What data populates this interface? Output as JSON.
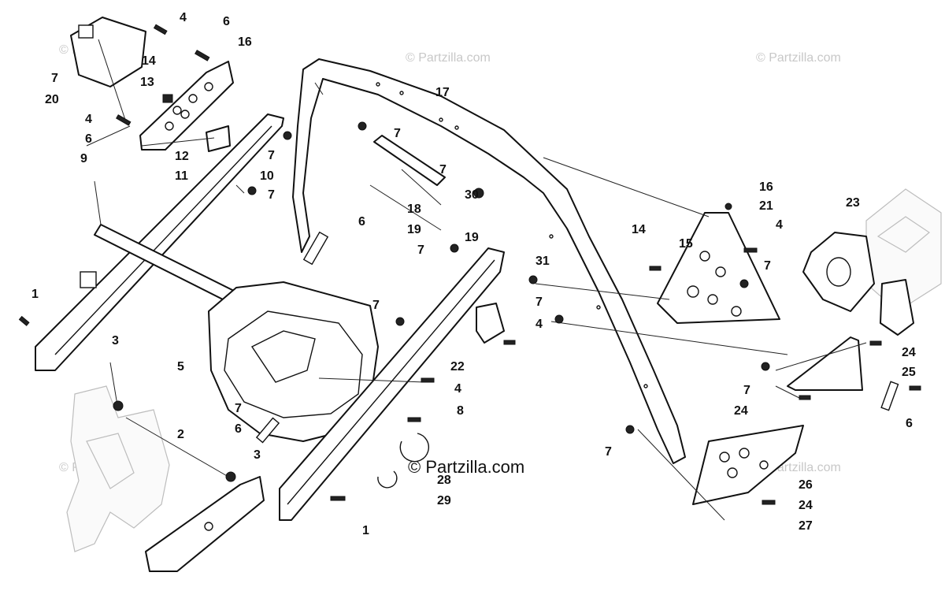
{
  "watermarks": {
    "top_center": "© Partzilla.com",
    "top_right": "© Partzilla.com",
    "top_left": "© Partzilla.com",
    "left_mid": "© Partzilla.com",
    "right_mid": "© Partzilla.com",
    "center": "© Partzilla.com"
  },
  "callouts": [
    {
      "id": "c4a",
      "label": "4"
    },
    {
      "id": "c6a",
      "label": "6"
    },
    {
      "id": "c16a",
      "label": "16"
    },
    {
      "id": "c14a",
      "label": "14"
    },
    {
      "id": "c13",
      "label": "13"
    },
    {
      "id": "c7a",
      "label": "7"
    },
    {
      "id": "c20",
      "label": "20"
    },
    {
      "id": "c4b",
      "label": "4"
    },
    {
      "id": "c6b",
      "label": "6"
    },
    {
      "id": "c12",
      "label": "12"
    },
    {
      "id": "c11",
      "label": "11"
    },
    {
      "id": "c7b",
      "label": "7"
    },
    {
      "id": "c9",
      "label": "9"
    },
    {
      "id": "c10",
      "label": "10"
    },
    {
      "id": "c7c",
      "label": "7"
    },
    {
      "id": "c17",
      "label": "17"
    },
    {
      "id": "c7d",
      "label": "7"
    },
    {
      "id": "c7e",
      "label": "7"
    },
    {
      "id": "c18",
      "label": "18"
    },
    {
      "id": "c19a",
      "label": "19"
    },
    {
      "id": "c30",
      "label": "30"
    },
    {
      "id": "c19b",
      "label": "19"
    },
    {
      "id": "c6c",
      "label": "6"
    },
    {
      "id": "c7f",
      "label": "7"
    },
    {
      "id": "c31",
      "label": "31"
    },
    {
      "id": "c16b",
      "label": "16"
    },
    {
      "id": "c21",
      "label": "21"
    },
    {
      "id": "c4c",
      "label": "4"
    },
    {
      "id": "c14b",
      "label": "14"
    },
    {
      "id": "c15",
      "label": "15"
    },
    {
      "id": "c7g",
      "label": "7"
    },
    {
      "id": "c23",
      "label": "23"
    },
    {
      "id": "c1a",
      "label": "1"
    },
    {
      "id": "c3a",
      "label": "3"
    },
    {
      "id": "c5",
      "label": "5"
    },
    {
      "id": "c7h",
      "label": "7"
    },
    {
      "id": "c4d",
      "label": "4"
    },
    {
      "id": "c7i",
      "label": "7"
    },
    {
      "id": "c22",
      "label": "22"
    },
    {
      "id": "c4e",
      "label": "4"
    },
    {
      "id": "c24a",
      "label": "24"
    },
    {
      "id": "c25",
      "label": "25"
    },
    {
      "id": "c7j",
      "label": "7"
    },
    {
      "id": "c24b",
      "label": "24"
    },
    {
      "id": "c6d",
      "label": "6"
    },
    {
      "id": "c7k",
      "label": "7"
    },
    {
      "id": "c6e",
      "label": "6"
    },
    {
      "id": "c8",
      "label": "8"
    },
    {
      "id": "c2",
      "label": "2"
    },
    {
      "id": "c3b",
      "label": "3"
    },
    {
      "id": "c28",
      "label": "28"
    },
    {
      "id": "c29",
      "label": "29"
    },
    {
      "id": "c1b",
      "label": "1"
    },
    {
      "id": "c7l",
      "label": "7"
    },
    {
      "id": "c26",
      "label": "26"
    },
    {
      "id": "c24c",
      "label": "24"
    },
    {
      "id": "c27",
      "label": "27"
    }
  ]
}
